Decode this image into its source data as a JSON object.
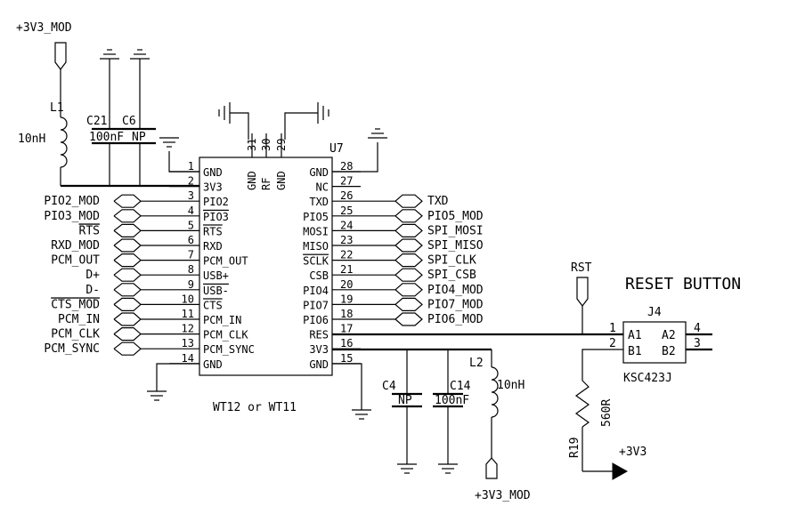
{
  "net_labels": {
    "v3v3_mod_top": "+3V3_MOD",
    "v3v3_mod_bottom": "+3V3_MOD",
    "v3v3": "+3V3",
    "rst": "RST",
    "reset_title": "RESET BUTTON"
  },
  "u7": {
    "ref": "U7",
    "part": "WT12 or WT11",
    "left_pins": [
      {
        "num": "1",
        "name": "GND"
      },
      {
        "num": "2",
        "name": "3V3"
      },
      {
        "num": "3",
        "name": "PIO2"
      },
      {
        "num": "4",
        "name": "PIO3"
      },
      {
        "num": "5",
        "name": "RTS"
      },
      {
        "num": "6",
        "name": "RXD"
      },
      {
        "num": "7",
        "name": "PCM_OUT"
      },
      {
        "num": "8",
        "name": "USB+"
      },
      {
        "num": "9",
        "name": "USB-"
      },
      {
        "num": "10",
        "name": "CTS"
      },
      {
        "num": "11",
        "name": "PCM_IN"
      },
      {
        "num": "12",
        "name": "PCM_CLK"
      },
      {
        "num": "13",
        "name": "PCM_SYNC"
      },
      {
        "num": "14",
        "name": "GND"
      }
    ],
    "right_pins": [
      {
        "num": "28",
        "name": "GND"
      },
      {
        "num": "27",
        "name": "NC"
      },
      {
        "num": "26",
        "name": "TXD"
      },
      {
        "num": "25",
        "name": "PIO5"
      },
      {
        "num": "24",
        "name": "MOSI"
      },
      {
        "num": "23",
        "name": "MISO"
      },
      {
        "num": "22",
        "name": "SCLK"
      },
      {
        "num": "21",
        "name": "CSB"
      },
      {
        "num": "20",
        "name": "PIO4"
      },
      {
        "num": "19",
        "name": "PIO7"
      },
      {
        "num": "18",
        "name": "PIO6"
      },
      {
        "num": "17",
        "name": "RES"
      },
      {
        "num": "16",
        "name": "3V3"
      },
      {
        "num": "15",
        "name": "GND"
      }
    ],
    "top_pins": [
      {
        "num": "31",
        "name": "GND"
      },
      {
        "num": "30",
        "name": "RF"
      },
      {
        "num": "29",
        "name": "GND"
      }
    ]
  },
  "left_nets": [
    "PIO2_MOD",
    "PIO3_MOD",
    "RTS",
    "RXD_MOD",
    "PCM_OUT",
    "D+",
    "D-",
    "CTS_MOD",
    "PCM_IN",
    "PCM_CLK",
    "PCM_SYNC"
  ],
  "right_nets": [
    "TXD",
    "PIO5_MOD",
    "SPI_MOSI",
    "SPI_MISO",
    "SPI_CLK",
    "SPI_CSB",
    "PIO4_MOD",
    "PIO7_MOD",
    "PIO6_MOD"
  ],
  "components": {
    "l1": {
      "ref": "L1",
      "value": "10nH"
    },
    "l2": {
      "ref": "L2",
      "value": "10nH"
    },
    "c21": {
      "ref": "C21",
      "value": "100nF"
    },
    "c6": {
      "ref": "C6",
      "value": "NP"
    },
    "c4": {
      "ref": "C4",
      "value": "NP"
    },
    "c14": {
      "ref": "C14",
      "value": "100nF"
    },
    "r19": {
      "ref": "R19",
      "value": "560R"
    },
    "j4": {
      "ref": "J4",
      "part": "KSC423J",
      "pins": {
        "a1": "A1",
        "b1": "B1",
        "a2": "A2",
        "b2": "B2"
      },
      "nums": {
        "p1": "1",
        "p2": "2",
        "p3": "3",
        "p4": "4"
      }
    }
  }
}
